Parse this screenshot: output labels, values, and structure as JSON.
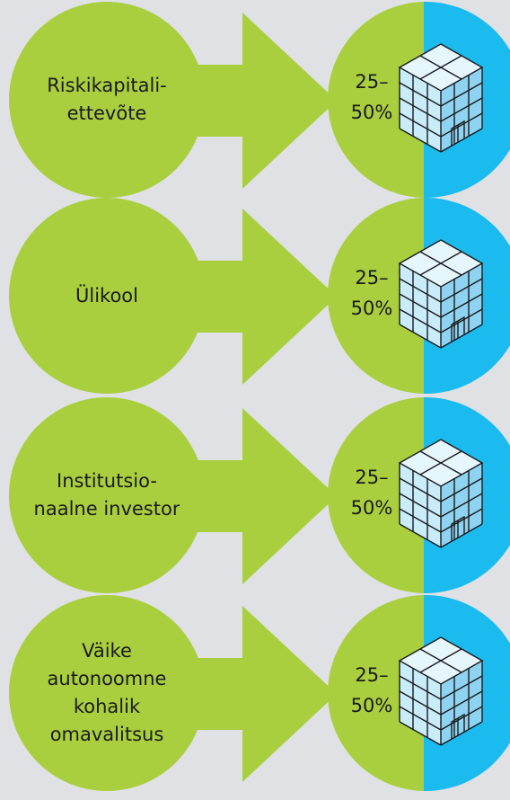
{
  "rows": [
    {
      "entity": "Riskikapitali-\nettevõte",
      "share_line1": "25–",
      "share_line2": "50%"
    },
    {
      "entity": "Ülikool",
      "share_line1": "25–",
      "share_line2": "50%"
    },
    {
      "entity": "Institutsio-\nnaalne investor",
      "share_line1": "25–",
      "share_line2": "50%"
    },
    {
      "entity": "Väike\nautonoomne\nkohalik\nomavalitsus",
      "share_line1": "25–",
      "share_line2": "50%"
    }
  ],
  "colors": {
    "background": "#dfe1e4",
    "green": "#a9cf3f",
    "blue": "#1bbbef",
    "building_light": "#e6f6fd",
    "building_blue": "#8fd3f2",
    "outline": "#1a1a1a"
  },
  "icons": {
    "building": "office-building-icon"
  }
}
